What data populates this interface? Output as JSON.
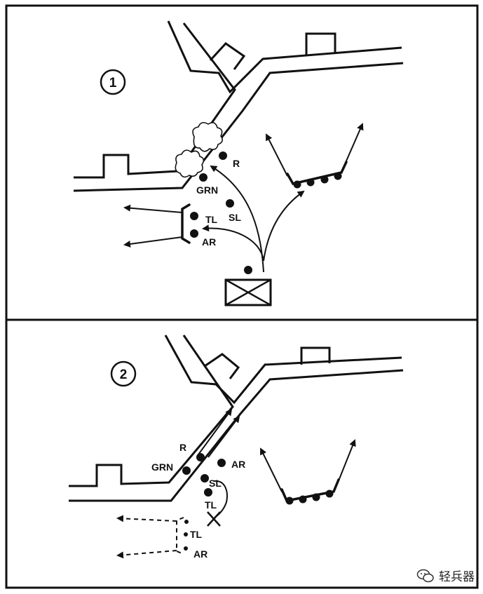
{
  "panels": [
    {
      "number": "1",
      "labels": {
        "r": "R",
        "grn": "GRN",
        "sl": "SL",
        "tl": "TL",
        "ar": "AR"
      }
    },
    {
      "number": "2",
      "labels": {
        "r": "R",
        "grn": "GRN",
        "ar_top": "AR",
        "sl": "SL",
        "tl_top": "TL",
        "tl_low": "TL",
        "ar_low": "AR"
      }
    }
  ],
  "watermark": {
    "text": "轻兵器",
    "icon": "wechat-icon"
  }
}
